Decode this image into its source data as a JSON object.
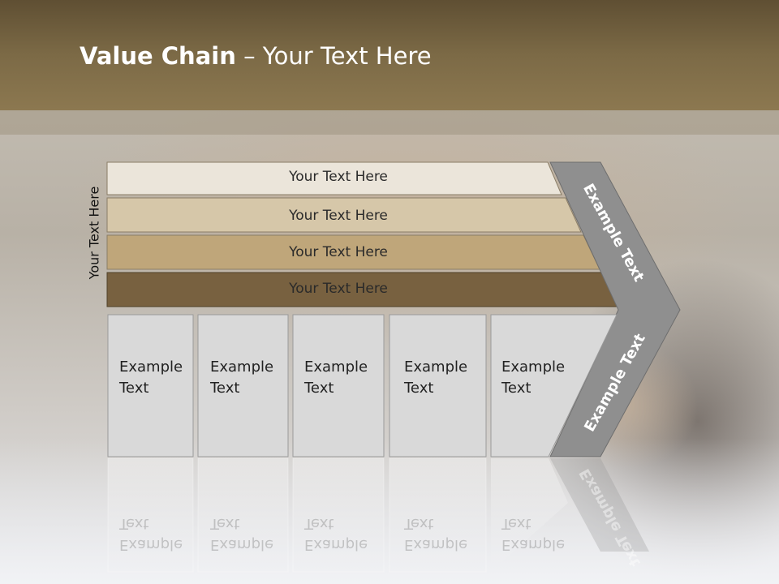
{
  "title": {
    "bold": "Value Chain",
    "rest": " – Your Text Here"
  },
  "side_label": "Your Text Here",
  "bars": [
    {
      "label": "Your Text Here",
      "color": "#ebe5da"
    },
    {
      "label": "Your Text Here",
      "color": "#d6c7a9"
    },
    {
      "label": "Your Text Here",
      "color": "#bfa67a"
    },
    {
      "label": "Your Text Here",
      "color": "#786140"
    }
  ],
  "boxes": [
    {
      "line1": "Example",
      "line2": "Text"
    },
    {
      "line1": "Example",
      "line2": "Text"
    },
    {
      "line1": "Example",
      "line2": "Text"
    },
    {
      "line1": "Example",
      "line2": "Text"
    },
    {
      "line1": "Example",
      "line2": "Text"
    }
  ],
  "chevron": {
    "top_label": "Example Text",
    "bottom_label": "Example Text",
    "color": "#8f8f8f"
  },
  "colors": {
    "header": "#7c6a46",
    "box_fill": "#d9d9d9"
  }
}
